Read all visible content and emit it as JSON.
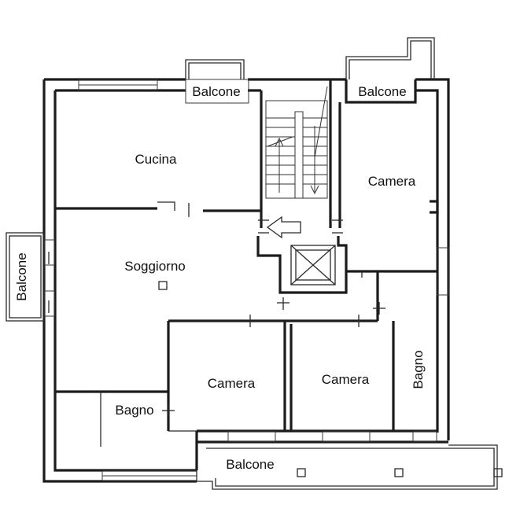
{
  "rooms": {
    "cucina": "Cucina",
    "soggiorno": "Soggiorno",
    "camera_top_right": "Camera",
    "camera_mid_left": "Camera",
    "camera_mid_right": "Camera",
    "bagno_left": "Bagno",
    "bagno_right": "Bagno"
  },
  "balconies": {
    "top_left": "Balcone",
    "top_right": "Balcone",
    "left": "Balcone",
    "bottom": "Balcone"
  },
  "colors": {
    "ink": "#1c1c1c",
    "paper": "#ffffff"
  }
}
